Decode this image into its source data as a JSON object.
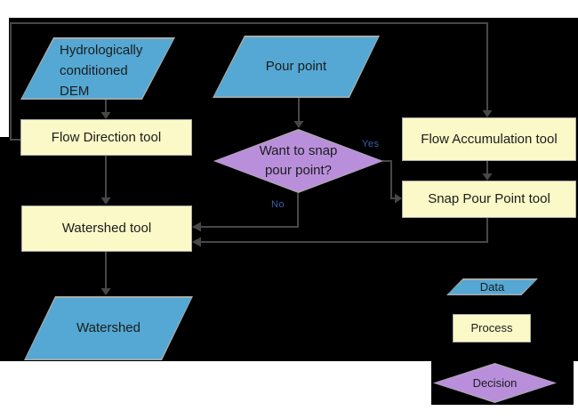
{
  "diagram": {
    "nodes": {
      "dem": "Hydrologically conditioned DEM",
      "pour_point": "Pour point",
      "flow_direction": "Flow Direction tool",
      "snap_decision": "Want to snap pour point?",
      "flow_accumulation": "Flow Accumulation tool",
      "snap_pour_point": "Snap Pour Point tool",
      "watershed_tool": "Watershed tool",
      "watershed_output": "Watershed"
    },
    "branch_labels": {
      "yes": "Yes",
      "no": "No"
    },
    "legend": {
      "data": "Data",
      "process": "Process",
      "decision": "Decision"
    },
    "colors": {
      "background": "#000000",
      "data_fill": "#54A8D3",
      "process_fill": "#FBF9C7",
      "decision_fill": "#B98FDB",
      "shape_border": "#ABABAB",
      "connector": "#474747",
      "branch_label": "#3C5CA8"
    }
  }
}
